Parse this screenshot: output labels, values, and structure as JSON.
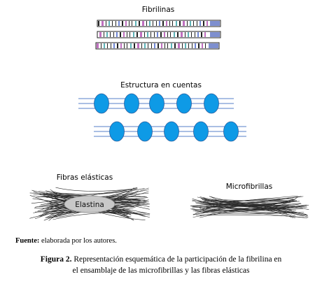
{
  "labels": {
    "fibrilinas": "Fibrilinas",
    "estructura": "Estructura en cuentas",
    "fibras_elasticas": "Fibras elásticas",
    "elastina": "Elastina",
    "microfibrillas": "Microfibrillas"
  },
  "source": {
    "label": "Fuente:",
    "text": " elaborada por los autores."
  },
  "caption": {
    "label": "Figura 2.",
    "line1": " Representación esquemática de la participación de la fibrilina en",
    "line2": "el ensamblaje de las microfibrillas y las fibras elásticas"
  },
  "colors": {
    "bead_fill": "#0e9ae6",
    "bead_stroke": "#2a5fa0",
    "thread": "#8eaadb",
    "elastin_fill": "#c8c8c8",
    "fibril_dark": "#2b2b2b",
    "stripe_magenta": "#c06fc0",
    "stripe_teal": "#5cb3b8",
    "stripe_blue": "#6f86d6",
    "stripe_end": "#7e8fcf"
  }
}
